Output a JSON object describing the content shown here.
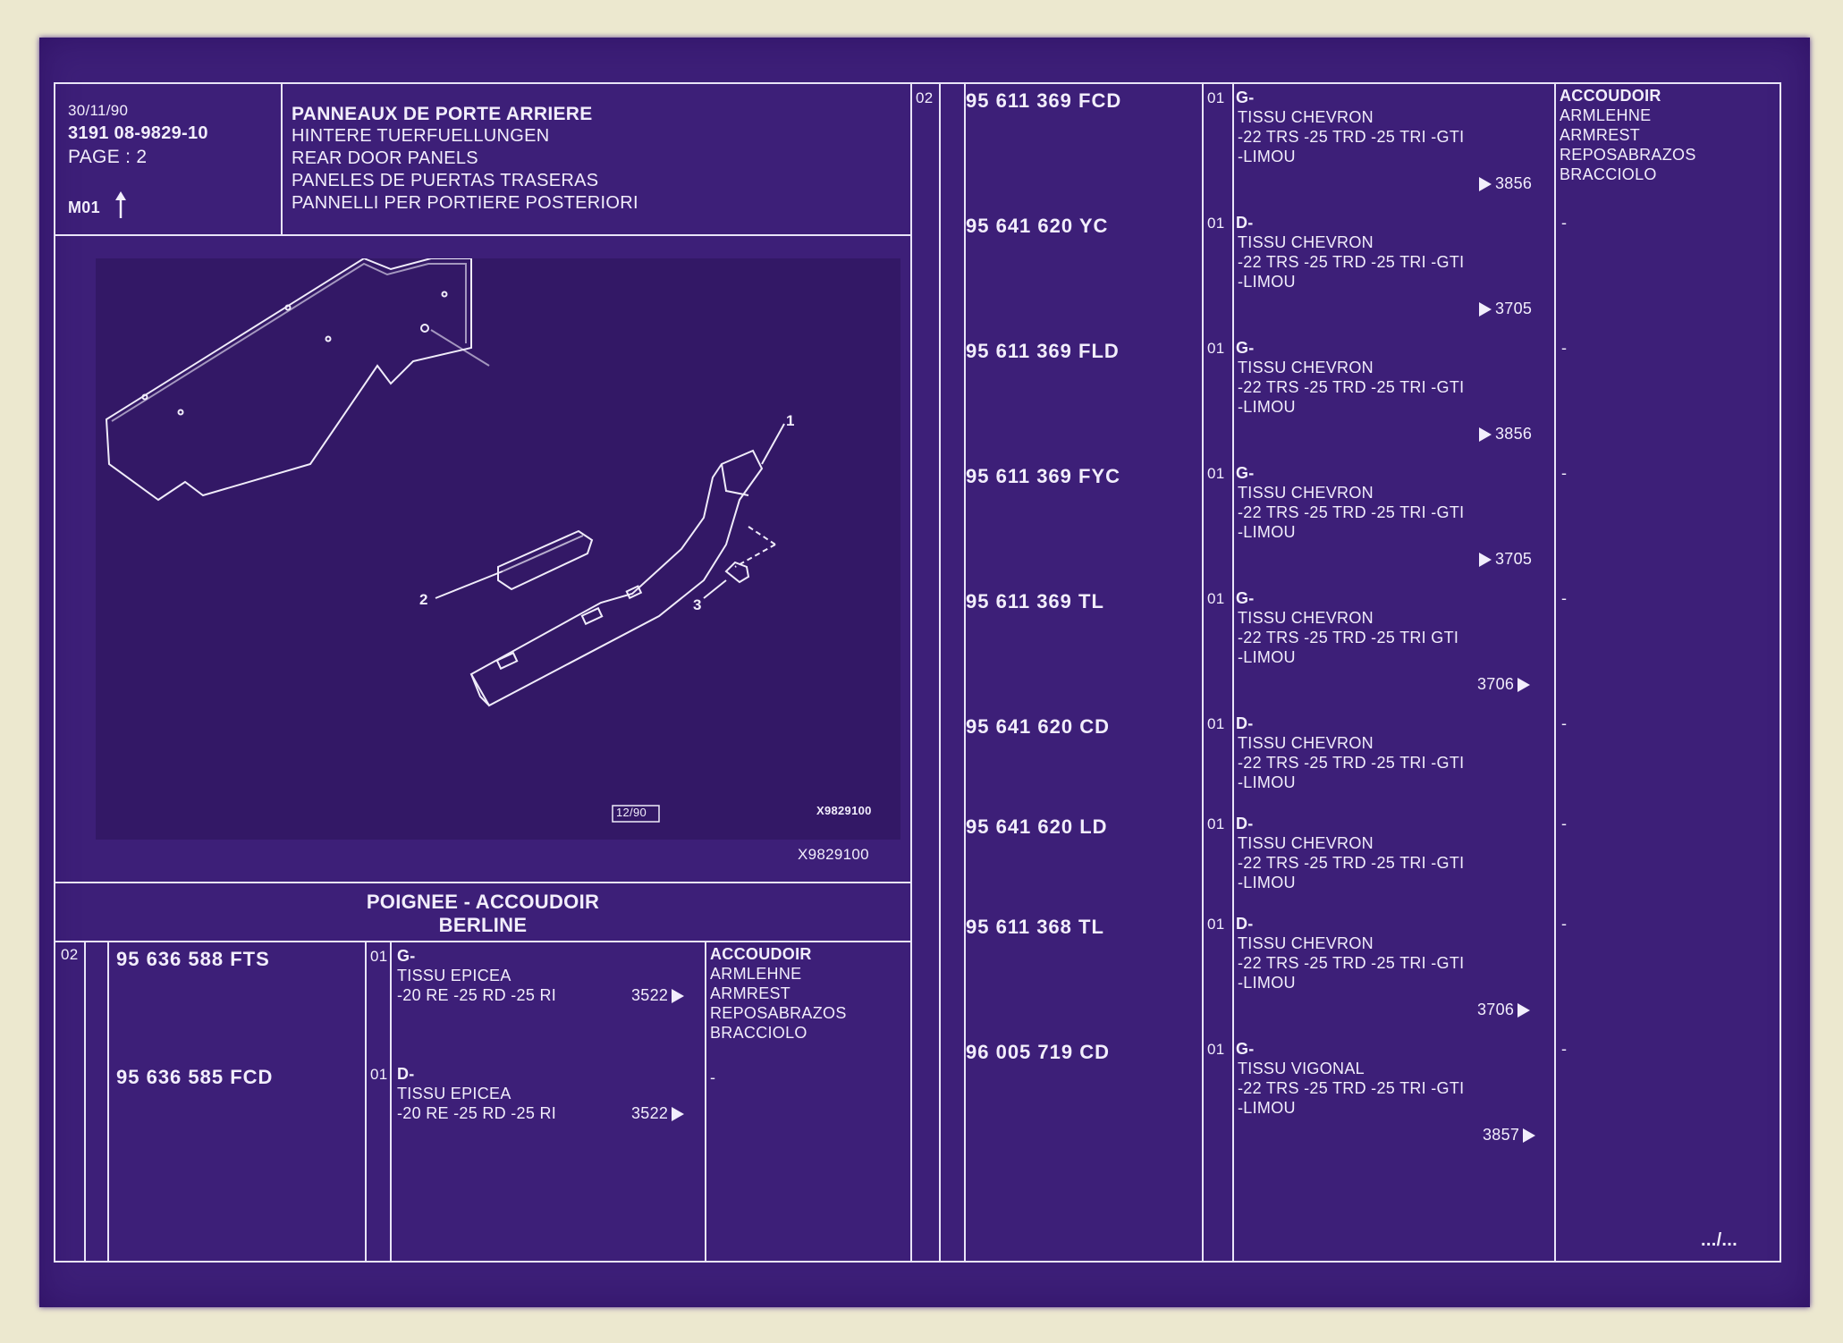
{
  "header": {
    "date": "30/11/90",
    "ref_line": "3191  08-9829-10",
    "page": "PAGE : 2",
    "marker": "M01",
    "titles": [
      "PANNEAUX DE PORTE ARRIERE",
      "HINTERE TUERFUELLUNGEN",
      "REAR DOOR PANELS",
      "PANELES DE PUERTAS TRASERAS",
      "PANNELLI PER PORTIERE POSTERIORI"
    ]
  },
  "drawing": {
    "callouts": [
      "1",
      "2",
      "3"
    ],
    "stamp": "12/90",
    "code_small": "X9829100",
    "code": "X9829100"
  },
  "section": {
    "title": "POIGNEE - ACCOUDOIR",
    "subtitle": "BERLINE"
  },
  "left_table": {
    "group": "02",
    "rows": [
      {
        "ref": "95 636 588 FTS",
        "qty": "01",
        "side": "G-",
        "line1": "TISSU EPICEA",
        "line2": "-20 RE -25 RD -25 RI",
        "note": "3522"
      },
      {
        "ref": "95 636 585 FCD",
        "qty": "01",
        "side": "D-",
        "line1": "TISSU EPICEA",
        "line2": "-20 RE -25 RD -25 RI",
        "note": "3522"
      }
    ],
    "designation": [
      "ACCOUDOIR",
      "ARMLEHNE",
      "ARMREST",
      "REPOSABRAZOS",
      "BRACCIOLO"
    ],
    "designation_2": "-"
  },
  "right_table": {
    "group": "02",
    "designation": [
      "ACCOUDOIR",
      "ARMLEHNE",
      "ARMREST",
      "REPOSABRAZOS",
      "BRACCIOLO"
    ],
    "rows": [
      {
        "ref": "95 611 369 FCD",
        "qty": "01",
        "side": "G-",
        "line1": "TISSU CHEVRON",
        "line2": "-22 TRS -25 TRD -25 TRI -GTI",
        "line3": "-LIMOU",
        "note": "3856",
        "dash": ""
      },
      {
        "ref": "95 641 620 YC",
        "qty": "01",
        "side": "D-",
        "line1": "TISSU CHEVRON",
        "line2": "-22 TRS -25 TRD -25 TRI -GTI",
        "line3": "-LIMOU",
        "note": "3705",
        "dash": "-"
      },
      {
        "ref": "95 611 369 FLD",
        "qty": "01",
        "side": "G-",
        "line1": "TISSU CHEVRON",
        "line2": "-22 TRS -25 TRD -25 TRI -GTI",
        "line3": "-LIMOU",
        "note": "3856",
        "dash": "-"
      },
      {
        "ref": "95 611 369 FYC",
        "qty": "01",
        "side": "G-",
        "line1": "TISSU CHEVRON",
        "line2": "-22 TRS -25 TRD -25 TRI -GTI",
        "line3": "-LIMOU",
        "note": "3705",
        "dash": "-"
      },
      {
        "ref": "95 611 369 TL",
        "qty": "01",
        "side": "G-",
        "line1": "TISSU CHEVRON",
        "line2": "-22 TRS -25 TRD -25 TRI  GTI",
        "line3": "-LIMOU",
        "note": "3706",
        "dash": "-"
      },
      {
        "ref": "95 641 620 CD",
        "qty": "01",
        "side": "D-",
        "line1": "TISSU CHEVRON",
        "line2": "-22 TRS -25 TRD -25 TRI -GTI",
        "line3": "-LIMOU",
        "note": "",
        "dash": "-"
      },
      {
        "ref": "95 641 620 LD",
        "qty": "01",
        "side": "D-",
        "line1": "TISSU CHEVRON",
        "line2": "-22 TRS -25 TRD -25 TRI -GTI",
        "line3": "-LIMOU",
        "note": "",
        "dash": "-"
      },
      {
        "ref": "95 611 368 TL",
        "qty": "01",
        "side": "D-",
        "line1": "TISSU CHEVRON",
        "line2": "-22 TRS -25 TRD -25 TRI -GTI",
        "line3": "-LIMOU",
        "note": "3706",
        "dash": "-"
      },
      {
        "ref": "96 005 719 CD",
        "qty": "01",
        "side": "G-",
        "line1": "TISSU VIGONAL",
        "line2": "-22 TRS -25 TRD -25 TRI -GTI",
        "line3": "-LIMOU",
        "note": "3857",
        "dash": "-"
      }
    ],
    "continued": ".../..."
  },
  "colors": {
    "film": "#3d1f78",
    "ink": "#f2eefc",
    "margin": "#ece8cf"
  }
}
